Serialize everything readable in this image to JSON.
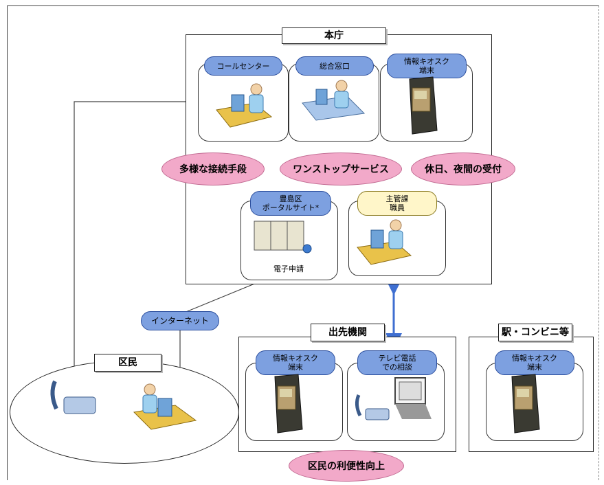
{
  "honcho": {
    "title": "本庁"
  },
  "cards": {
    "call_center": "コールセンター",
    "sogo_madoguchi": "総合窓口",
    "kiosk_honcho": [
      "情報キオスク",
      "端末"
    ],
    "portal": [
      "豊島区",
      "ポータルサイト*"
    ],
    "denshi_shinsei": "電子申請",
    "shukanka": [
      "主管課",
      "職員"
    ]
  },
  "features": [
    "多様な接続手段",
    "ワンストップサービス",
    "休日、夜間の受付"
  ],
  "internet": "インターネット",
  "kumin": {
    "title": "区民"
  },
  "dekisaki": {
    "title": "出先機関",
    "kiosk": [
      "情報キオスク",
      "端末"
    ],
    "tv": [
      "テレビ電話",
      "での相談"
    ]
  },
  "station": {
    "title": "駅・コンビニ等",
    "kiosk": [
      "情報キオスク",
      "端末"
    ]
  },
  "benefit": "区民の利便性向上",
  "colors": {
    "pill_blue": "#7da0e0",
    "pill_yellow": "#fff6c9",
    "oval_pink": "#f2a9c9",
    "arrow_blue": "#3f6fd1"
  }
}
